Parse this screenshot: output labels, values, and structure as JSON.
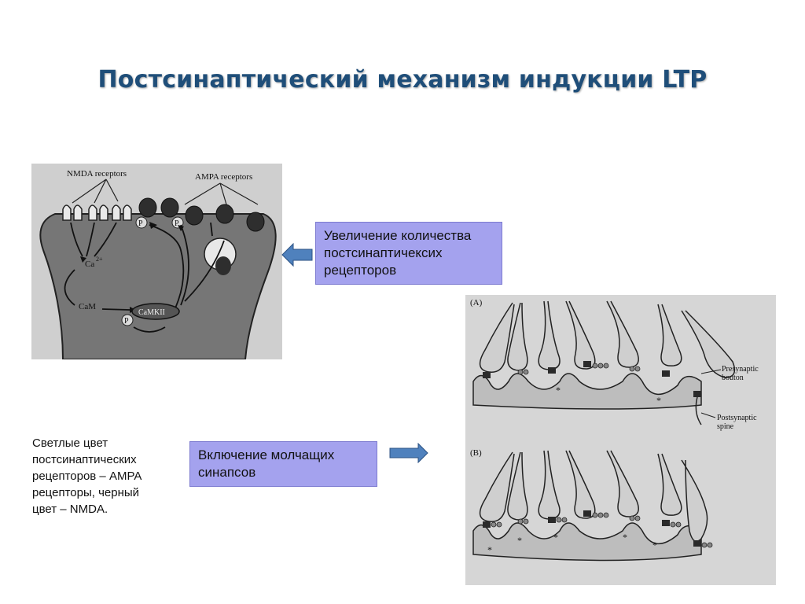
{
  "slide": {
    "title": "Постсинаптический механизм индукции LTP",
    "box_top": "Увеличение количества\nпостсинаптичексих\nрецепторов",
    "box_bottom": "Включение молчащих\nсинапсов",
    "note": "Светлые цвет\nпостсинаптических\nрецепторов – AMPA\nрецепторы, черный\nцвет – NMDA."
  },
  "figure_top": {
    "nmda_label": "NMDA receptors",
    "ampa_label": "AMPA receptors",
    "ca_label": "Ca",
    "ca_sup": "2+",
    "cam_label": "CaM",
    "camkii_label": "CaMKII",
    "p_label": "P"
  },
  "figure_bottom": {
    "panel_a": "(A)",
    "panel_b": "(B)",
    "presynaptic_line1": "Presynaptic",
    "presynaptic_line2": "bouton",
    "postsynaptic_line1": "Postsynaptic",
    "postsynaptic_line2": "spine",
    "asterisk": "*"
  },
  "colors": {
    "title": "#1f4e79",
    "box_fill": "#a4a2ee",
    "arrow_fill": "#4f81bd"
  }
}
